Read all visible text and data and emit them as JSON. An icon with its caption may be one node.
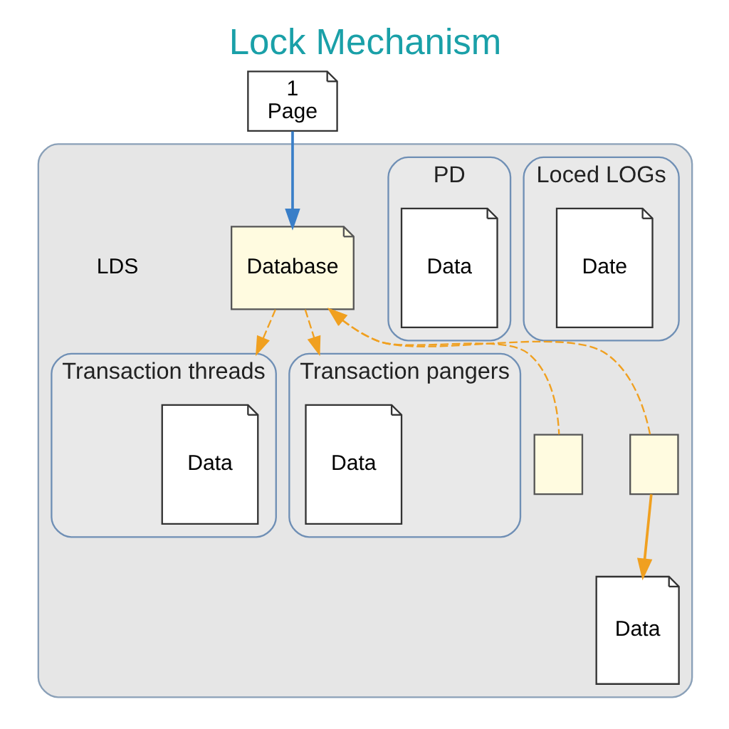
{
  "diagram": {
    "title": "Lock Mechanism",
    "nodes": [
      {
        "text": [],
        "shape": "box"
      },
      {
        "text": [
          "1",
          "Page"
        ]
      },
      {
        "text": [
          "Database"
        ],
        "in": 0
      },
      {
        "text": [
          "Transaction threads"
        ],
        "in": 0
      },
      {
        "text": [
          "Data"
        ],
        "in": 3
      },
      {
        "text": [
          "Transaction pangers"
        ],
        "in": 0
      },
      {
        "text": [
          "Data"
        ],
        "in": 5
      },
      {
        "text": [
          "Loced LOGs"
        ],
        "in": 0
      },
      {
        "text": [
          "Date"
        ],
        "in": 7
      },
      {
        "text": [],
        "shape": "box",
        "in": 0
      },
      {
        "text": [
          "Data"
        ],
        "in": 0
      },
      {
        "text": [],
        "shape": "box",
        "in": 0
      },
      {
        "text": [
          "PD"
        ],
        "in": 0
      },
      {
        "text": [
          "Data"
        ],
        "in": 12
      }
    ],
    "edges": [
      {
        "from": 1,
        "to": 2,
        "arrow": "to",
        "color": "#3a7fc8"
      },
      {
        "from": 2,
        "to": 3,
        "arrow": "to",
        "style": "dashed"
      },
      {
        "from": 2,
        "to": 5,
        "arrow": "to",
        "style": "dashed"
      },
      {
        "from": 9,
        "to": 2,
        "arrow": "to",
        "style": "dashed"
      },
      {
        "from": 11,
        "to": 2,
        "arrow": "to",
        "style": "dashed"
      },
      {
        "from": 11,
        "to": 10,
        "arrow": "to"
      }
    ],
    "labels": [
      "LDS"
    ]
  }
}
